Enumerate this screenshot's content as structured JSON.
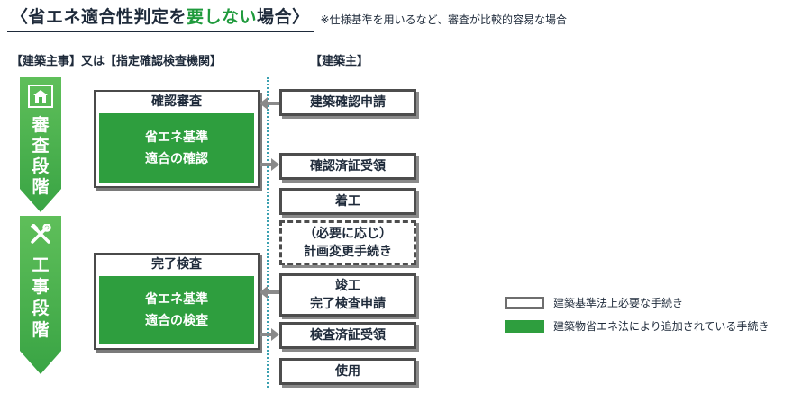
{
  "header": {
    "title_pre": "〈省エネ適合性判定を",
    "title_emph": "要しない",
    "title_post": "場合〉",
    "note": "※仕様基準を用いるなど、審査が比較的容易な場合"
  },
  "columns": {
    "left": "【建築主事】又は【指定確認検査機関】",
    "right": "【建築主】"
  },
  "stages": [
    {
      "label_chars": [
        "審",
        "査",
        "段",
        "階"
      ],
      "icon": "building-icon"
    },
    {
      "label_chars": [
        "工",
        "事",
        "段",
        "階"
      ],
      "icon": "tools-icon"
    }
  ],
  "authority": {
    "review": {
      "header": "確認審査",
      "green_lines": [
        "省エネ基準",
        "適合の確認"
      ]
    },
    "inspection": {
      "header": "完了検査",
      "green_lines": [
        "省エネ基準",
        "適合の検査"
      ]
    }
  },
  "owner_steps": [
    {
      "lines": [
        "建築確認申請"
      ]
    },
    {
      "lines": [
        "確認済証受領"
      ]
    },
    {
      "lines": [
        "着工"
      ]
    },
    {
      "lines": [
        "（必要に応じ）",
        "計画変更手続き"
      ]
    },
    {
      "lines": [
        "竣工",
        "完了検査申請"
      ]
    },
    {
      "lines": [
        "検査済証受領"
      ]
    },
    {
      "lines": [
        "使用"
      ]
    }
  ],
  "legend": [
    {
      "label": "建築基準法上必要な手続き",
      "swatch": "white"
    },
    {
      "label": "建築物省エネ法により追加されている手続き",
      "swatch": "green"
    }
  ],
  "colors": {
    "accent_green": "#2e9e3e",
    "text": "#1e2a3a",
    "divider": "#3aa0b0"
  }
}
